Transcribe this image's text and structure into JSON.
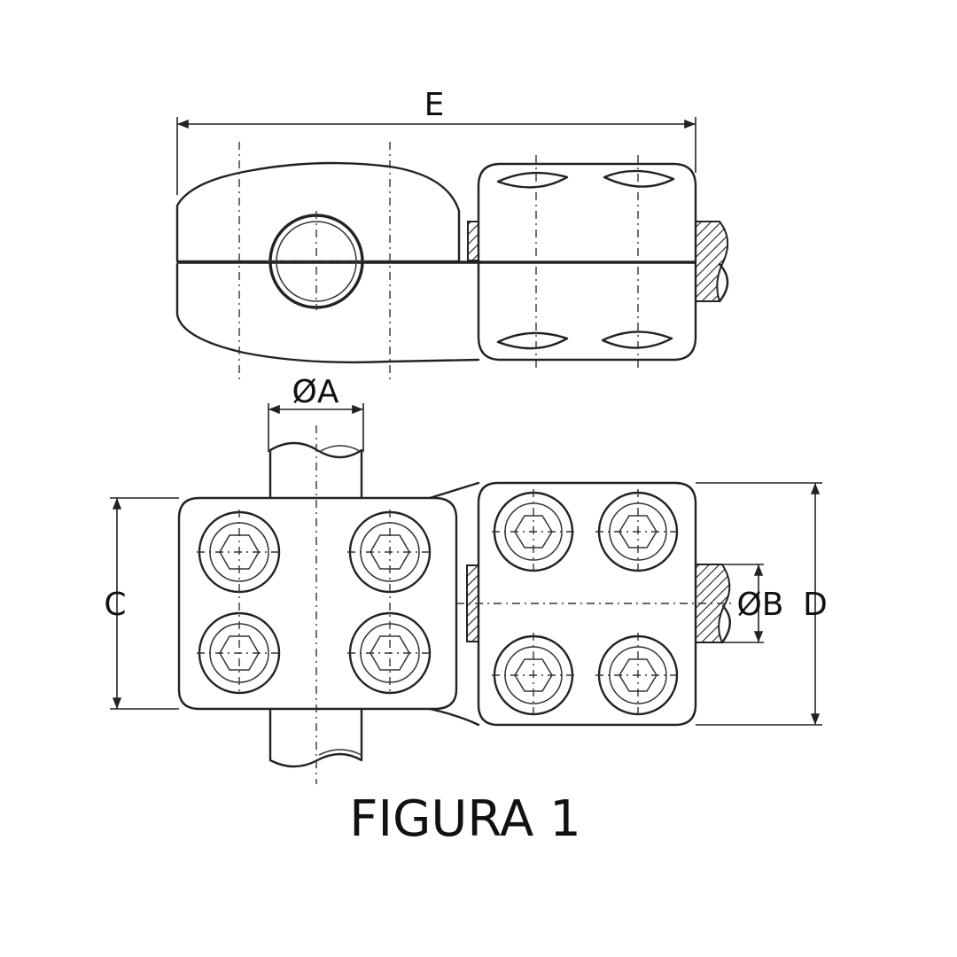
{
  "labels": {
    "dim_e": "E",
    "dim_a": "ØA",
    "dim_b": "ØB",
    "dim_c": "C",
    "dim_d": "D"
  },
  "caption": "FIGURA 1",
  "colors": {
    "line": "#222222",
    "background": "#ffffff"
  }
}
